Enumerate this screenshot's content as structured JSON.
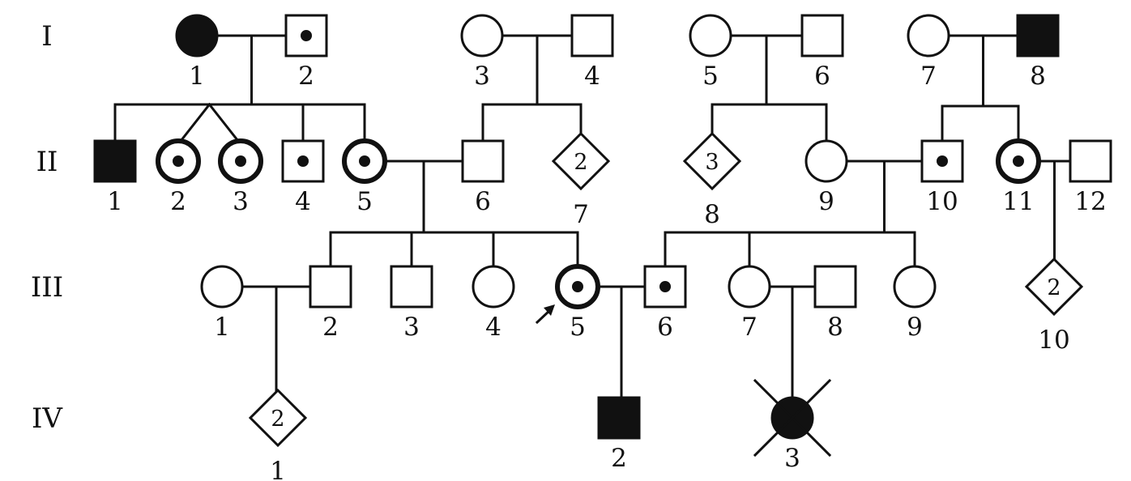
{
  "colors": {
    "ink": "#111111",
    "paper": "#ffffff"
  },
  "generations": [
    {
      "id": "I",
      "label": "I"
    },
    {
      "id": "II",
      "label": "II"
    },
    {
      "id": "III",
      "label": "III"
    },
    {
      "id": "IV",
      "label": "IV"
    }
  ],
  "individuals": [
    {
      "id": "I-1",
      "gen": "I",
      "label": "1",
      "sex": "female",
      "status": "affected"
    },
    {
      "id": "I-2",
      "gen": "I",
      "label": "2",
      "sex": "male",
      "status": "carrier"
    },
    {
      "id": "I-3",
      "gen": "I",
      "label": "3",
      "sex": "female",
      "status": "unaffected"
    },
    {
      "id": "I-4",
      "gen": "I",
      "label": "4",
      "sex": "male",
      "status": "unaffected"
    },
    {
      "id": "I-5",
      "gen": "I",
      "label": "5",
      "sex": "female",
      "status": "unaffected"
    },
    {
      "id": "I-6",
      "gen": "I",
      "label": "6",
      "sex": "male",
      "status": "unaffected"
    },
    {
      "id": "I-7",
      "gen": "I",
      "label": "7",
      "sex": "female",
      "status": "unaffected"
    },
    {
      "id": "I-8",
      "gen": "I",
      "label": "8",
      "sex": "male",
      "status": "affected"
    },
    {
      "id": "II-1",
      "gen": "II",
      "label": "1",
      "sex": "male",
      "status": "affected"
    },
    {
      "id": "II-2",
      "gen": "II",
      "label": "2",
      "sex": "female",
      "status": "carrier"
    },
    {
      "id": "II-3",
      "gen": "II",
      "label": "3",
      "sex": "female",
      "status": "carrier"
    },
    {
      "id": "II-4",
      "gen": "II",
      "label": "4",
      "sex": "male",
      "status": "carrier"
    },
    {
      "id": "II-5",
      "gen": "II",
      "label": "5",
      "sex": "female",
      "status": "carrier"
    },
    {
      "id": "II-6",
      "gen": "II",
      "label": "6",
      "sex": "male",
      "status": "unaffected"
    },
    {
      "id": "II-7",
      "gen": "II",
      "label": "7",
      "sex": "unknown",
      "status": "unaffected",
      "count": "2"
    },
    {
      "id": "II-8",
      "gen": "II",
      "label": "8",
      "sex": "unknown",
      "status": "unaffected",
      "count": "3"
    },
    {
      "id": "II-9",
      "gen": "II",
      "label": "9",
      "sex": "female",
      "status": "unaffected"
    },
    {
      "id": "II-10",
      "gen": "II",
      "label": "10",
      "sex": "male",
      "status": "carrier"
    },
    {
      "id": "II-11",
      "gen": "II",
      "label": "11",
      "sex": "female",
      "status": "carrier"
    },
    {
      "id": "II-12",
      "gen": "II",
      "label": "12",
      "sex": "male",
      "status": "unaffected"
    },
    {
      "id": "III-1",
      "gen": "III",
      "label": "1",
      "sex": "female",
      "status": "unaffected"
    },
    {
      "id": "III-2",
      "gen": "III",
      "label": "2",
      "sex": "male",
      "status": "unaffected"
    },
    {
      "id": "III-3",
      "gen": "III",
      "label": "3",
      "sex": "male",
      "status": "unaffected"
    },
    {
      "id": "III-4",
      "gen": "III",
      "label": "4",
      "sex": "female",
      "status": "unaffected"
    },
    {
      "id": "III-5",
      "gen": "III",
      "label": "5",
      "sex": "female",
      "status": "carrier",
      "proband": true
    },
    {
      "id": "III-6",
      "gen": "III",
      "label": "6",
      "sex": "male",
      "status": "carrier"
    },
    {
      "id": "III-7",
      "gen": "III",
      "label": "7",
      "sex": "female",
      "status": "unaffected"
    },
    {
      "id": "III-8",
      "gen": "III",
      "label": "8",
      "sex": "male",
      "status": "unaffected"
    },
    {
      "id": "III-9",
      "gen": "III",
      "label": "9",
      "sex": "female",
      "status": "unaffected"
    },
    {
      "id": "III-10",
      "gen": "III",
      "label": "10",
      "sex": "unknown",
      "status": "unaffected",
      "count": "2"
    },
    {
      "id": "IV-1",
      "gen": "IV",
      "label": "1",
      "sex": "unknown",
      "status": "unaffected",
      "count": "2"
    },
    {
      "id": "IV-2",
      "gen": "IV",
      "label": "2",
      "sex": "male",
      "status": "affected"
    },
    {
      "id": "IV-3",
      "gen": "IV",
      "label": "3",
      "sex": "female",
      "status": "affected",
      "deceased": true
    }
  ],
  "matings": [
    {
      "id": "m-I-1-2",
      "partners": [
        "I-1",
        "I-2"
      ],
      "children": [
        "II-1",
        "II-2",
        "II-3",
        "II-4",
        "II-5"
      ],
      "twins": [
        "II-2",
        "II-3"
      ]
    },
    {
      "id": "m-I-3-4",
      "partners": [
        "I-3",
        "I-4"
      ],
      "children": [
        "II-6",
        "II-7"
      ]
    },
    {
      "id": "m-I-5-6",
      "partners": [
        "I-5",
        "I-6"
      ],
      "children": [
        "II-8",
        "II-9"
      ]
    },
    {
      "id": "m-I-7-8",
      "partners": [
        "I-7",
        "I-8"
      ],
      "children": [
        "II-10",
        "II-11"
      ]
    },
    {
      "id": "m-II-5-6",
      "partners": [
        "II-5",
        "II-6"
      ],
      "children": [
        "III-2",
        "III-3",
        "III-4",
        "III-5"
      ]
    },
    {
      "id": "m-II-9-10",
      "partners": [
        "II-9",
        "II-10"
      ],
      "children": [
        "III-6",
        "III-7",
        "III-9"
      ]
    },
    {
      "id": "m-II-11-12",
      "partners": [
        "II-11",
        "II-12"
      ],
      "children": [
        "III-10"
      ]
    },
    {
      "id": "m-III-1-2",
      "partners": [
        "III-1",
        "III-2"
      ],
      "children": [
        "IV-1"
      ]
    },
    {
      "id": "m-III-5-6",
      "partners": [
        "III-5",
        "III-6"
      ],
      "children": [
        "IV-2"
      ]
    },
    {
      "id": "m-III-7-8",
      "partners": [
        "III-7",
        "III-8"
      ],
      "children": [
        "IV-3"
      ]
    }
  ]
}
